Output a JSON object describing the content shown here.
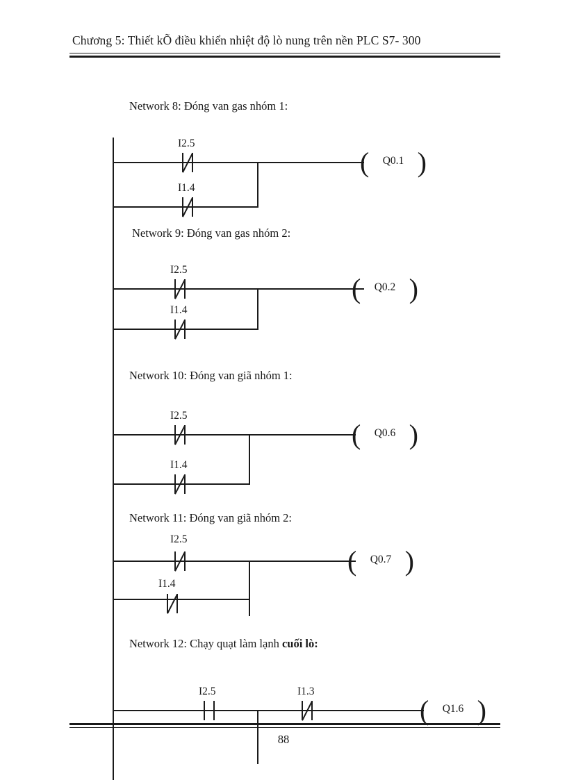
{
  "page": {
    "header": "Chương 5: Thiết kÕ điều khiển nhiệt độ lò nung trên nền PLC S7- 300",
    "page_number": "88"
  },
  "networks": [
    {
      "title": "Network 8: Đóng van gas nhóm 1:",
      "title_bold_suffix": "",
      "coil": "Q0.1",
      "branches": [
        {
          "label": "I2.5",
          "type": "nc"
        },
        {
          "label": "I1.4",
          "type": "nc"
        }
      ]
    },
    {
      "title": "Network 9: Đóng van gas nhóm 2:",
      "title_bold_suffix": "",
      "coil": "Q0.2",
      "branches": [
        {
          "label": "I2.5",
          "type": "nc"
        },
        {
          "label": "I1.4",
          "type": "nc"
        }
      ]
    },
    {
      "title": "Network 10: Đóng van giã nhóm 1:",
      "title_bold_suffix": "",
      "coil": "Q0.6",
      "branches": [
        {
          "label": "I2.5",
          "type": "nc"
        },
        {
          "label": "I1.4",
          "type": "nc"
        }
      ]
    },
    {
      "title": "Network 11: Đóng van giã nhóm 2:",
      "title_bold_suffix": "",
      "coil": "Q0.7",
      "branches": [
        {
          "label": "I2.5",
          "type": "nc"
        },
        {
          "label": "I1.4",
          "type": "nc"
        }
      ]
    },
    {
      "title": "Network 12: Chạy quạt làm lạnh ",
      "title_bold_suffix": "cuối lò:",
      "coil": "Q1.6",
      "branches": [
        {
          "label": "I2.5",
          "type": "no"
        },
        {
          "label": "I1.3",
          "type": "nc"
        }
      ]
    }
  ],
  "colors": {
    "ink": "#1a1a1a",
    "paper": "#ffffff"
  }
}
